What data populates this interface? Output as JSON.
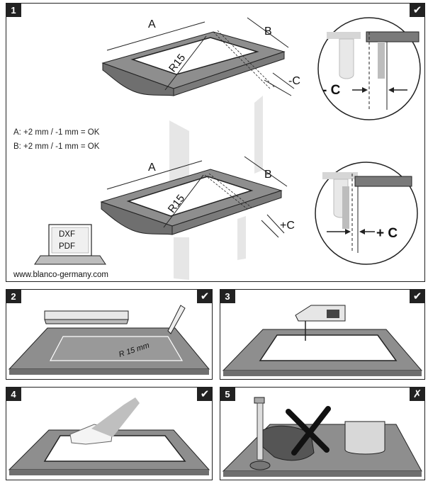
{
  "panels": [
    {
      "number": "1",
      "status": "✔"
    },
    {
      "number": "2",
      "status": "✔"
    },
    {
      "number": "3",
      "status": "✔"
    },
    {
      "number": "4",
      "status": "✔"
    },
    {
      "number": "5",
      "status": "✗"
    }
  ],
  "step1": {
    "dim_a": "A",
    "dim_b": "B",
    "radius": "R15",
    "minus_c": "-C",
    "plus_c": "+C",
    "detail_minus": "- C",
    "detail_plus": "+ C",
    "tolerance_a": "A: +2 mm / -1 mm = OK",
    "tolerance_b": "B: +2 mm / -1 mm = OK",
    "file_formats": [
      "DXF",
      "PDF"
    ],
    "website": "www.blanco-germany.com"
  },
  "step2": {
    "radius_label": "R 15 mm"
  }
}
